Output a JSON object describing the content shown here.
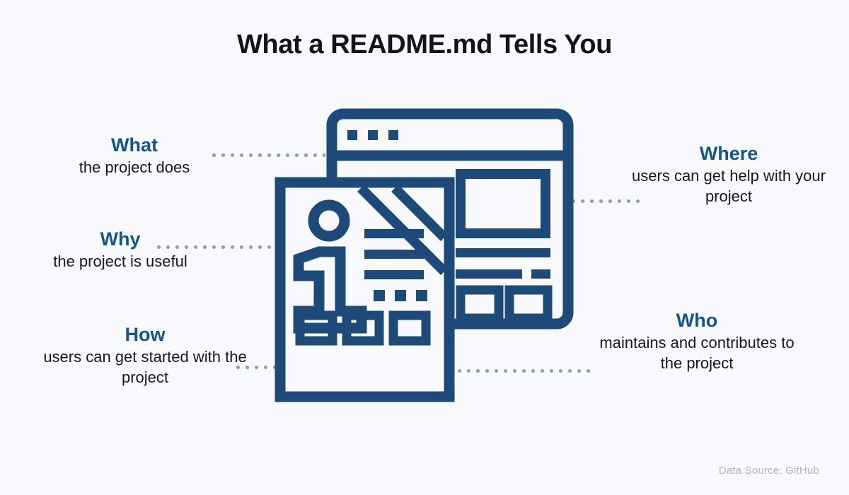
{
  "page": {
    "title": "What a README.md Tells You",
    "background_color": "#f7f9fc",
    "accent_color": "#1d4a78",
    "heading_color": "#14558f",
    "body_text_color": "#15181c",
    "connector_color": "#8ba0ba",
    "footer_color": "#aeb4bd"
  },
  "callouts": [
    {
      "id": "what",
      "keyword": "What",
      "description": "the project does",
      "side": "left"
    },
    {
      "id": "why",
      "keyword": "Why",
      "description": "the project is useful",
      "side": "left"
    },
    {
      "id": "how",
      "keyword": "How",
      "description": "users can get started with the project",
      "side": "left"
    },
    {
      "id": "where",
      "keyword": "Where",
      "description": "users can get help with your project",
      "side": "right"
    },
    {
      "id": "who",
      "keyword": "Who",
      "description": "maintains and contributes to the project",
      "side": "right"
    }
  ],
  "illustration": {
    "name": "readme-document-and-browser-window-icon",
    "parts": [
      "browser-window",
      "browser-titlebar-dots",
      "image-placeholder",
      "text-lines",
      "buttons",
      "document-page",
      "info-icon",
      "diagonal-stripes"
    ]
  },
  "footer": {
    "source_label": "Data Source: GitHub"
  }
}
